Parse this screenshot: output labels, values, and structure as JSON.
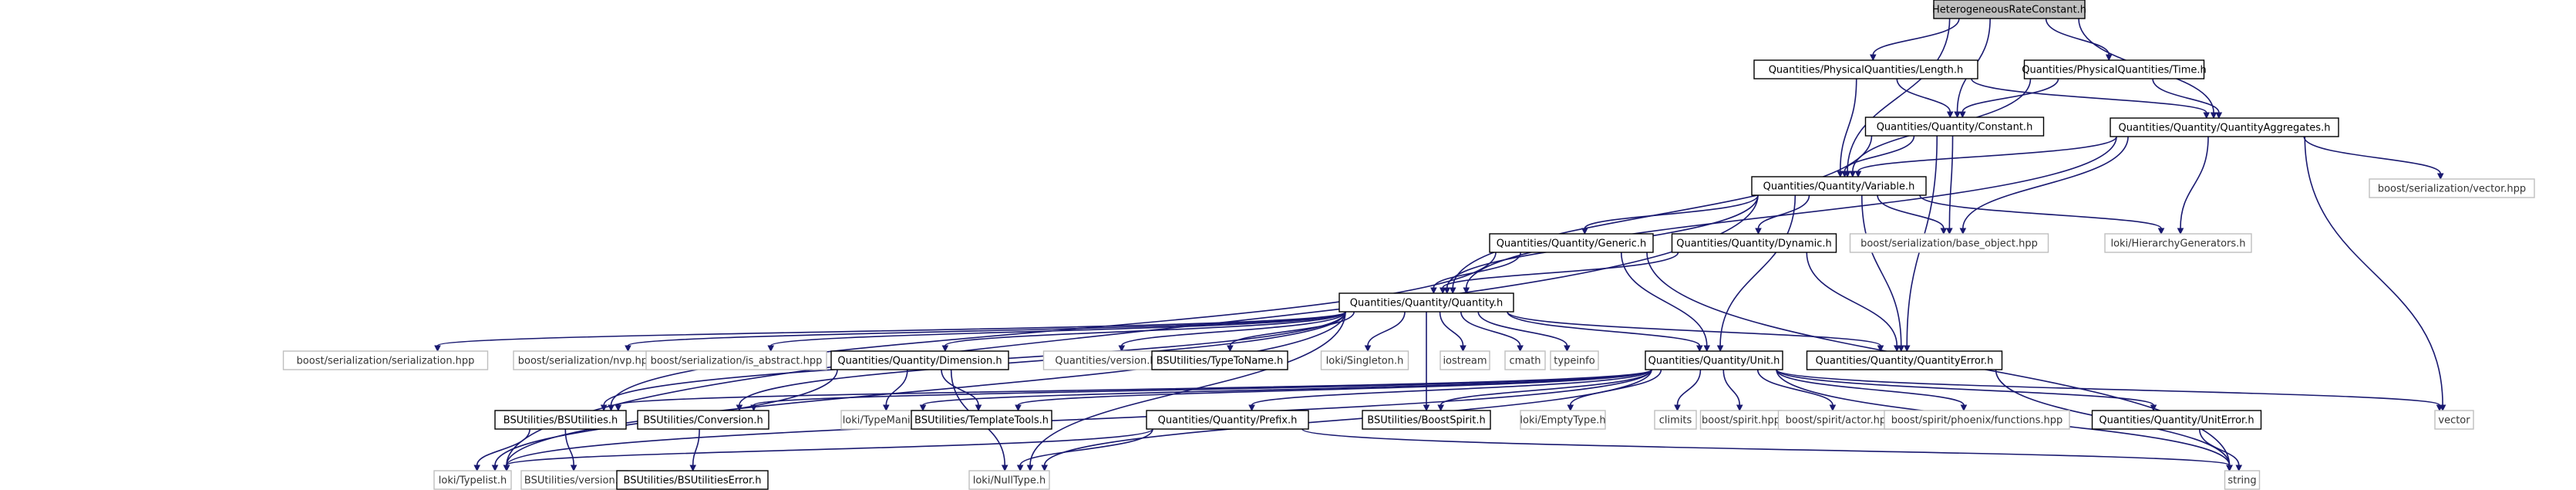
{
  "diagram": {
    "nodes": [
      {
        "id": "root",
        "label": "HeterogeneousRateConstant.h",
        "kind": "root"
      },
      {
        "id": "length",
        "label": "Quantities/PhysicalQuantities/Length.h",
        "kind": "local"
      },
      {
        "id": "time",
        "label": "Quantities/PhysicalQuantities/Time.h",
        "kind": "local"
      },
      {
        "id": "constant",
        "label": "Quantities/Quantity/Constant.h",
        "kind": "local"
      },
      {
        "id": "aggregates",
        "label": "Quantities/Quantity/QuantityAggregates.h",
        "kind": "local"
      },
      {
        "id": "vectorhpp",
        "label": "boost/serialization/vector.hpp",
        "kind": "ext"
      },
      {
        "id": "variable",
        "label": "Quantities/Quantity/Variable.h",
        "kind": "local"
      },
      {
        "id": "generic",
        "label": "Quantities/Quantity/Generic.h",
        "kind": "local"
      },
      {
        "id": "dynamic",
        "label": "Quantities/Quantity/Dynamic.h",
        "kind": "local"
      },
      {
        "id": "baseobject",
        "label": "boost/serialization/base_object.hpp",
        "kind": "ext"
      },
      {
        "id": "hiergen",
        "label": "loki/HierarchyGenerators.h",
        "kind": "ext"
      },
      {
        "id": "quantity",
        "label": "Quantities/Quantity/Quantity.h",
        "kind": "local"
      },
      {
        "id": "serialization",
        "label": "boost/serialization/serialization.hpp",
        "kind": "ext"
      },
      {
        "id": "nvp",
        "label": "boost/serialization/nvp.hpp",
        "kind": "ext"
      },
      {
        "id": "isabstract",
        "label": "boost/serialization/is_abstract.hpp",
        "kind": "ext"
      },
      {
        "id": "dimension",
        "label": "Quantities/Quantity/Dimension.h",
        "kind": "local"
      },
      {
        "id": "version",
        "label": "Quantities/version.h",
        "kind": "ext"
      },
      {
        "id": "typetoname",
        "label": "BSUtilities/TypeToName.h",
        "kind": "local"
      },
      {
        "id": "singleton",
        "label": "loki/Singleton.h",
        "kind": "ext"
      },
      {
        "id": "iostream",
        "label": "iostream",
        "kind": "ext"
      },
      {
        "id": "cmath",
        "label": "cmath",
        "kind": "ext"
      },
      {
        "id": "typeinfo",
        "label": "typeinfo",
        "kind": "ext"
      },
      {
        "id": "quantityerror",
        "label": "Quantities/Quantity/QuantityError.h",
        "kind": "local"
      },
      {
        "id": "unit",
        "label": "Quantities/Quantity/Unit.h",
        "kind": "local"
      },
      {
        "id": "bsutilities",
        "label": "BSUtilities/BSUtilities.h",
        "kind": "local"
      },
      {
        "id": "conversion",
        "label": "BSUtilities/Conversion.h",
        "kind": "local"
      },
      {
        "id": "typemanip",
        "label": "loki/TypeManip.h",
        "kind": "ext"
      },
      {
        "id": "templatetools",
        "label": "BSUtilities/TemplateTools.h",
        "kind": "local"
      },
      {
        "id": "prefix",
        "label": "Quantities/Quantity/Prefix.h",
        "kind": "local"
      },
      {
        "id": "boostspirit",
        "label": "BSUtilities/BoostSpirit.h",
        "kind": "local"
      },
      {
        "id": "emptytype",
        "label": "loki/EmptyType.h",
        "kind": "ext"
      },
      {
        "id": "climits",
        "label": "climits",
        "kind": "ext"
      },
      {
        "id": "spirit",
        "label": "boost/spirit.hpp",
        "kind": "ext"
      },
      {
        "id": "actor",
        "label": "boost/spirit/actor.hpp",
        "kind": "ext"
      },
      {
        "id": "phoenix",
        "label": "boost/spirit/phoenix/functions.hpp",
        "kind": "ext"
      },
      {
        "id": "uniterror",
        "label": "Quantities/Quantity/UnitError.h",
        "kind": "local"
      },
      {
        "id": "vector",
        "label": "vector",
        "kind": "ext"
      },
      {
        "id": "typelist",
        "label": "loki/Typelist.h",
        "kind": "ext"
      },
      {
        "id": "bsversion",
        "label": "BSUtilities/version.h",
        "kind": "ext"
      },
      {
        "id": "bserror",
        "label": "BSUtilities/BSUtilitiesError.h",
        "kind": "local"
      },
      {
        "id": "nulltype",
        "label": "loki/NullType.h",
        "kind": "ext"
      },
      {
        "id": "string",
        "label": "string",
        "kind": "ext"
      }
    ],
    "edges": [
      [
        "root",
        "length"
      ],
      [
        "root",
        "time"
      ],
      [
        "root",
        "constant"
      ],
      [
        "root",
        "aggregates"
      ],
      [
        "root",
        "variable"
      ],
      [
        "length",
        "constant"
      ],
      [
        "length",
        "aggregates"
      ],
      [
        "length",
        "variable"
      ],
      [
        "time",
        "constant"
      ],
      [
        "time",
        "aggregates"
      ],
      [
        "time",
        "variable"
      ],
      [
        "constant",
        "variable"
      ],
      [
        "constant",
        "quantity"
      ],
      [
        "constant",
        "baseobject"
      ],
      [
        "constant",
        "quantityerror"
      ],
      [
        "aggregates",
        "variable"
      ],
      [
        "aggregates",
        "vectorhpp"
      ],
      [
        "aggregates",
        "baseobject"
      ],
      [
        "aggregates",
        "hiergen"
      ],
      [
        "aggregates",
        "quantity"
      ],
      [
        "aggregates",
        "vector"
      ],
      [
        "variable",
        "generic"
      ],
      [
        "variable",
        "dynamic"
      ],
      [
        "variable",
        "baseobject"
      ],
      [
        "variable",
        "hiergen"
      ],
      [
        "variable",
        "quantity"
      ],
      [
        "variable",
        "quantityerror"
      ],
      [
        "variable",
        "typelist"
      ],
      [
        "variable",
        "unit"
      ],
      [
        "generic",
        "quantity"
      ],
      [
        "generic",
        "unit"
      ],
      [
        "generic",
        "bsutilities"
      ],
      [
        "generic",
        "string"
      ],
      [
        "dynamic",
        "quantity"
      ],
      [
        "dynamic",
        "quantityerror"
      ],
      [
        "quantity",
        "serialization"
      ],
      [
        "quantity",
        "nvp"
      ],
      [
        "quantity",
        "isabstract"
      ],
      [
        "quantity",
        "dimension"
      ],
      [
        "quantity",
        "version"
      ],
      [
        "quantity",
        "typetoname"
      ],
      [
        "quantity",
        "singleton"
      ],
      [
        "quantity",
        "iostream"
      ],
      [
        "quantity",
        "cmath"
      ],
      [
        "quantity",
        "typeinfo"
      ],
      [
        "quantity",
        "quantityerror"
      ],
      [
        "quantity",
        "unit"
      ],
      [
        "quantity",
        "bsutilities"
      ],
      [
        "quantity",
        "conversion"
      ],
      [
        "quantity",
        "typelist"
      ],
      [
        "quantity",
        "nulltype"
      ],
      [
        "quantity",
        "boostspirit"
      ],
      [
        "dimension",
        "typemanip"
      ],
      [
        "dimension",
        "templatetools"
      ],
      [
        "dimension",
        "typelist"
      ],
      [
        "dimension",
        "nulltype"
      ],
      [
        "unit",
        "bsutilities"
      ],
      [
        "unit",
        "conversion"
      ],
      [
        "unit",
        "typemanip"
      ],
      [
        "unit",
        "templatetools"
      ],
      [
        "unit",
        "prefix"
      ],
      [
        "unit",
        "boostspirit"
      ],
      [
        "unit",
        "emptytype"
      ],
      [
        "unit",
        "climits"
      ],
      [
        "unit",
        "spirit"
      ],
      [
        "unit",
        "actor"
      ],
      [
        "unit",
        "phoenix"
      ],
      [
        "unit",
        "uniterror"
      ],
      [
        "unit",
        "vector"
      ],
      [
        "unit",
        "string"
      ],
      [
        "unit",
        "typelist"
      ],
      [
        "unit",
        "nulltype"
      ],
      [
        "prefix",
        "typelist"
      ],
      [
        "prefix",
        "nulltype"
      ],
      [
        "prefix",
        "string"
      ],
      [
        "bsutilities",
        "bsversion"
      ],
      [
        "bsutilities",
        "typelist"
      ],
      [
        "conversion",
        "bserror"
      ],
      [
        "uniterror",
        "string"
      ],
      [
        "quantityerror",
        "string"
      ]
    ]
  }
}
